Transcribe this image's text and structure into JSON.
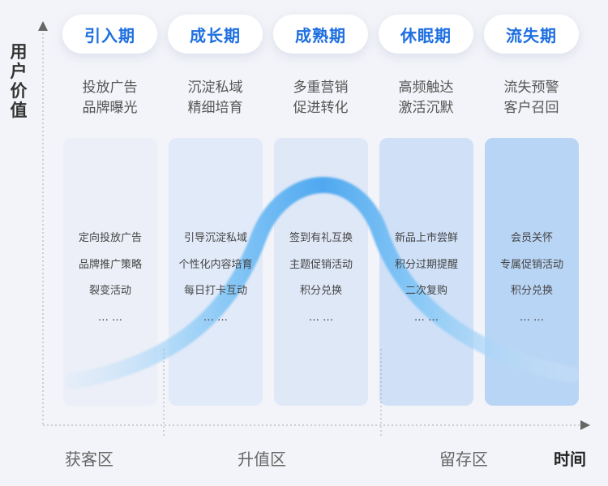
{
  "y_axis_label": "用户价值",
  "x_axis_label": "时间",
  "stages": [
    {
      "name": "引入期",
      "desc": [
        "投放广告",
        "品牌曝光"
      ],
      "items": [
        "定向投放广告",
        "品牌推广策略",
        "裂变活动",
        "… …"
      ],
      "color": "#eceff7"
    },
    {
      "name": "成长期",
      "desc": [
        "沉淀私域",
        "精细培育"
      ],
      "items": [
        "引导沉淀私域",
        "个性化内容培育",
        "每日打卡互动",
        "… …"
      ],
      "color": "#e1eaf8"
    },
    {
      "name": "成熟期",
      "desc": [
        "多重营销",
        "促进转化"
      ],
      "items": [
        "签到有礼互换",
        "主题促销活动",
        "积分兑换",
        "… …"
      ],
      "color": "#dfe8f7"
    },
    {
      "name": "休眠期",
      "desc": [
        "高频触达",
        "激活沉默"
      ],
      "items": [
        "新品上市尝鲜",
        "积分过期提醒",
        "二次复购",
        "… …"
      ],
      "color": "#cfe0f7"
    },
    {
      "name": "流失期",
      "desc": [
        "流失预警",
        "客户召回"
      ],
      "items": [
        "会员关怀",
        "专属促销活动",
        "积分兑换",
        "… …"
      ],
      "color": "#b9d5f5"
    }
  ],
  "zones": [
    "获客区",
    "升值区",
    "留存区"
  ],
  "accent": "#1e6fe0"
}
